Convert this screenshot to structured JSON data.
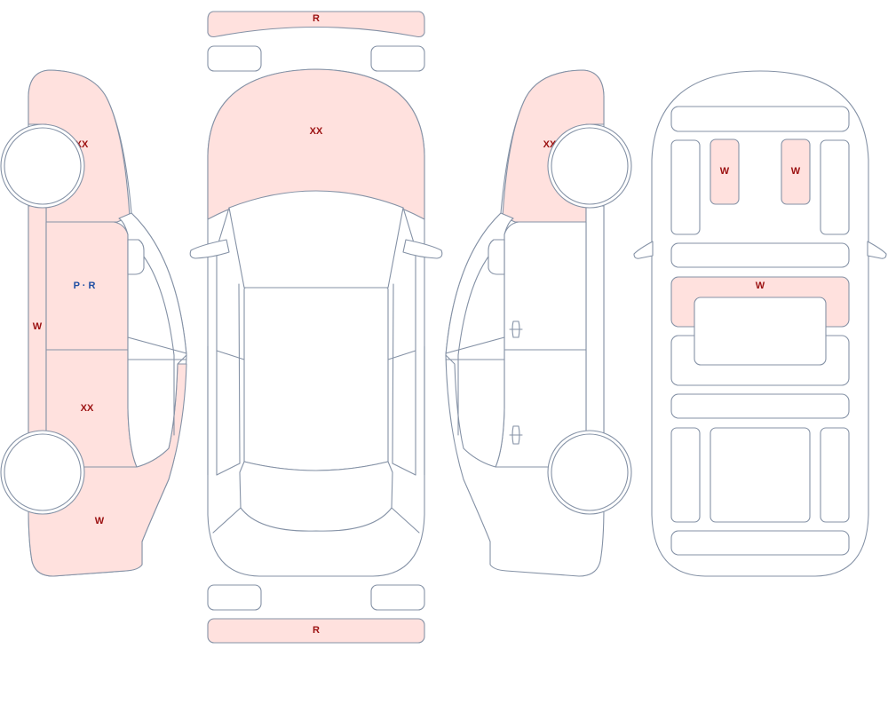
{
  "colors": {
    "outline": "#8592a6",
    "damage_fill": "#ffe1de",
    "code_red": "#9b1010",
    "code_blue": "#1f4ea3",
    "background": "#ffffff"
  },
  "codes": {
    "front_bumper": "R",
    "hood": "XX",
    "rear_bumper": "R",
    "left_front_fender": "XX",
    "left_front_door": "P · R",
    "left_rear_door": "XX",
    "left_rocker": "W",
    "left_quarter": "W",
    "right_front_fender": "XX",
    "roof_left_window": "W",
    "roof_right_window": "W",
    "roof_middle_bar": "W"
  }
}
